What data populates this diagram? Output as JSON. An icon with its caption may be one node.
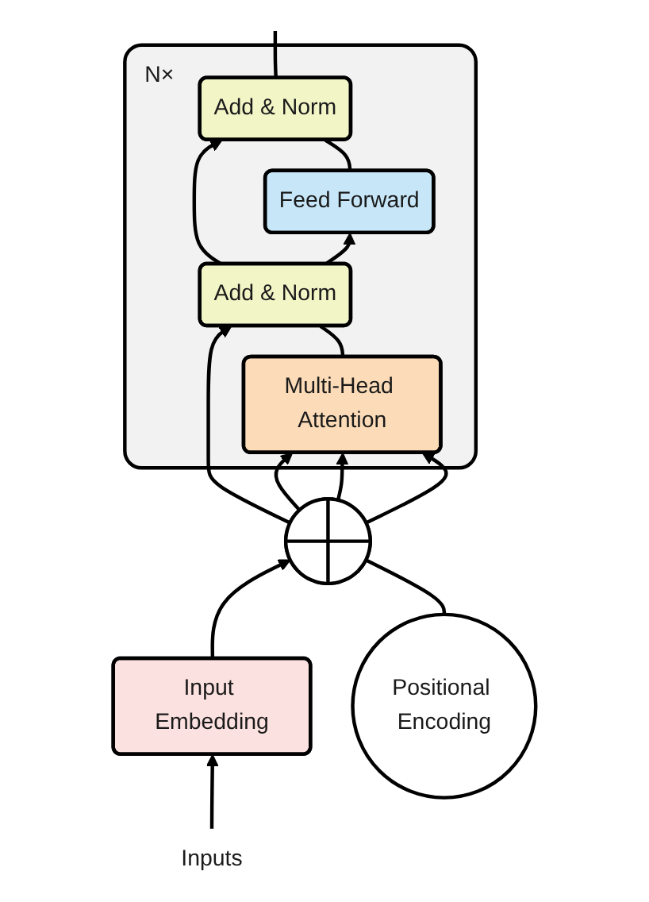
{
  "diagram": {
    "nodes": [
      {
        "text": [
          "N×"
        ]
      },
      {
        "text": [
          "Add & Norm"
        ],
        "in": 0
      },
      {
        "text": [
          "Feed Forward"
        ],
        "in": 0
      },
      {
        "text": [
          "Add & Norm"
        ],
        "in": 0
      },
      {
        "text": [
          "Multi-Head Attention"
        ],
        "in": 0
      },
      {
        "text": [
          "Positional Encoding"
        ]
      },
      {
        "text": [],
        "shape": "circle"
      },
      {
        "text": [
          "Input Embedding"
        ]
      },
      {
        "text": [
          "Inputs"
        ]
      }
    ],
    "edges": [
      {
        "from": 8,
        "to": 7,
        "arrow": "to"
      },
      {
        "from": 7,
        "to": 6,
        "arrow": "to"
      },
      {
        "from": 5,
        "to": 6,
        "arrow": "none"
      },
      {
        "from": 6,
        "to": 4,
        "arrow": "to"
      },
      {
        "from": 6,
        "to": 4,
        "arrow": "to"
      },
      {
        "from": 6,
        "to": 4,
        "arrow": "to"
      },
      {
        "from": 6,
        "to": 3,
        "arrow": "to"
      },
      {
        "from": 4,
        "to": 3,
        "arrow": "none"
      },
      {
        "from": 3,
        "to": 2,
        "arrow": "to"
      },
      {
        "from": 3,
        "to": 1,
        "arrow": "to"
      },
      {
        "from": 2,
        "to": 1,
        "arrow": "none"
      },
      {
        "from": 1,
        "to": null,
        "arrow": "none"
      }
    ]
  }
}
